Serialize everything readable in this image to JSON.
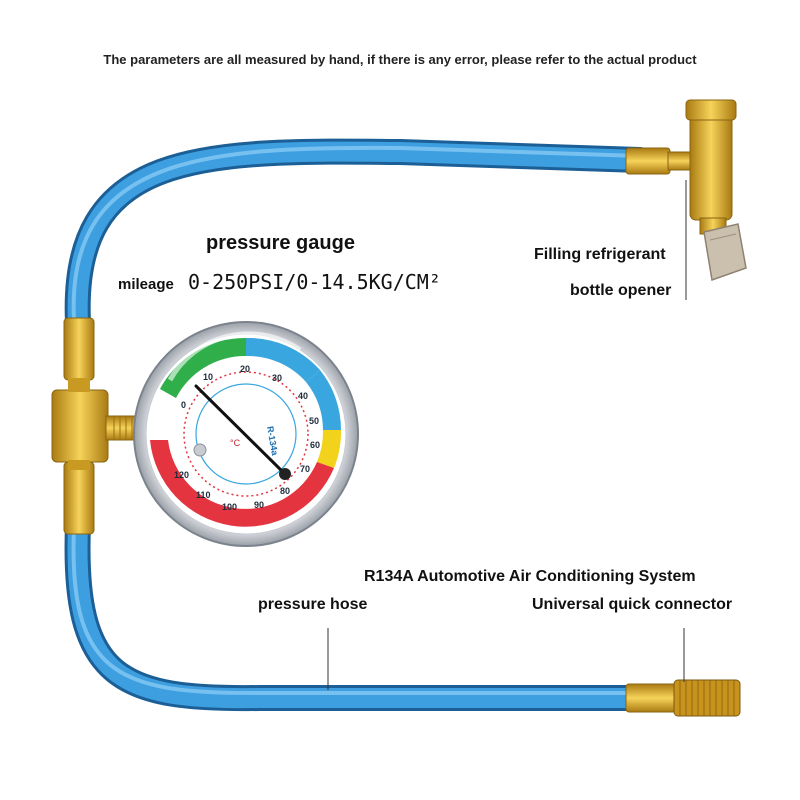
{
  "notice": "The parameters are all measured by hand, if there is any error, please refer to the actual product",
  "labels": {
    "gauge_title": "pressure gauge",
    "mileage_prefix": "mileage",
    "mileage_value": "0-250PSI/0-14.5KG/CM²",
    "filling_line1": "Filling refrigerant",
    "filling_line2": "bottle opener",
    "hose_label": "pressure hose",
    "system_line1": "R134A Automotive Air Conditioning System",
    "system_line2": "Universal quick connector"
  },
  "gauge": {
    "refrigerant": "R-134a",
    "unit_c": "°C",
    "outer_scale": [
      "0",
      "10",
      "20",
      "30",
      "40",
      "50",
      "60",
      "70",
      "80",
      "90",
      "100",
      "110",
      "120"
    ]
  },
  "colors": {
    "hose": "#2f8fd0",
    "brass": "#d9a92a",
    "gauge_green": "#2fae4a",
    "gauge_blue": "#39a6e0",
    "gauge_yellow": "#f2d21b",
    "gauge_red": "#e4343f"
  }
}
